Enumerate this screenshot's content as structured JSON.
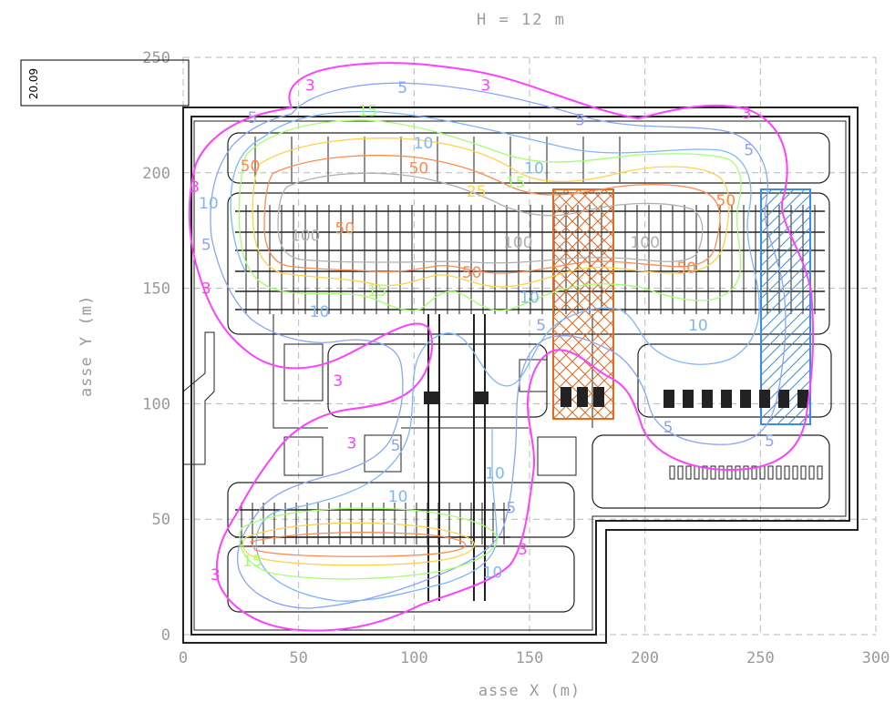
{
  "chart_data": {
    "type": "contour",
    "title": "H = 12 m",
    "xlabel": "asse X (m)",
    "ylabel": "asse Y (m)",
    "xlim": [
      0,
      300
    ],
    "ylim": [
      0,
      250
    ],
    "xticks": [
      0,
      50,
      100,
      150,
      200,
      250,
      300
    ],
    "yticks": [
      0,
      50,
      100,
      150,
      200,
      250
    ],
    "grid": true,
    "scale_bar_label": "20.09",
    "contour_levels": [
      {
        "level": "3",
        "color": "#ff40ff"
      },
      {
        "level": "5",
        "color": "#8aa4ff"
      },
      {
        "level": "10",
        "color": "#7fb5ff"
      },
      {
        "level": "15",
        "color": "#a4ff70"
      },
      {
        "level": "25",
        "color": "#ffd24a"
      },
      {
        "level": "50",
        "color": "#ff8a50"
      },
      {
        "level": "100",
        "color": "#b0b0b0"
      }
    ],
    "contour_labels": [
      {
        "text": "3",
        "x": 55,
        "y": 238,
        "color": "#ff40ff"
      },
      {
        "text": "3",
        "x": 131,
        "y": 238,
        "color": "#ff40ff"
      },
      {
        "text": "3",
        "x": 5,
        "y": 194,
        "color": "#ff40ff"
      },
      {
        "text": "3",
        "x": 10,
        "y": 150,
        "color": "#ff40ff"
      },
      {
        "text": "3",
        "x": 67,
        "y": 110,
        "color": "#ff40ff"
      },
      {
        "text": "3",
        "x": 73,
        "y": 83,
        "color": "#ff40ff"
      },
      {
        "text": "3",
        "x": 14,
        "y": 26,
        "color": "#ff40ff"
      },
      {
        "text": "3",
        "x": 147,
        "y": 37,
        "color": "#ff40ff"
      },
      {
        "text": "3",
        "x": 244,
        "y": 226,
        "color": "#ff40ff"
      },
      {
        "text": "5",
        "x": 95,
        "y": 237,
        "color": "#8aa4ff"
      },
      {
        "text": "5",
        "x": 172,
        "y": 223,
        "color": "#8aa4ff"
      },
      {
        "text": "5",
        "x": 30,
        "y": 224,
        "color": "#8aa4ff"
      },
      {
        "text": "5",
        "x": 245,
        "y": 210,
        "color": "#8aa4ff"
      },
      {
        "text": "5",
        "x": 10,
        "y": 169,
        "color": "#8aa4ff"
      },
      {
        "text": "5",
        "x": 155,
        "y": 134,
        "color": "#8aa4ff"
      },
      {
        "text": "5",
        "x": 92,
        "y": 82,
        "color": "#8aa4ff"
      },
      {
        "text": "5",
        "x": 210,
        "y": 90,
        "color": "#8aa4ff"
      },
      {
        "text": "5",
        "x": 254,
        "y": 84,
        "color": "#8aa4ff"
      },
      {
        "text": "5",
        "x": 142,
        "y": 55,
        "color": "#8aa4ff"
      },
      {
        "text": "10",
        "x": 104,
        "y": 213,
        "color": "#7fb5ff"
      },
      {
        "text": "10",
        "x": 152,
        "y": 202,
        "color": "#7fb5ff"
      },
      {
        "text": "10",
        "x": 11,
        "y": 187,
        "color": "#7fb5ff"
      },
      {
        "text": "10",
        "x": 59,
        "y": 140,
        "color": "#7fb5ff"
      },
      {
        "text": "10",
        "x": 150,
        "y": 146,
        "color": "#7fb5ff"
      },
      {
        "text": "10",
        "x": 223,
        "y": 134,
        "color": "#7fb5ff"
      },
      {
        "text": "10",
        "x": 93,
        "y": 60,
        "color": "#7fb5ff"
      },
      {
        "text": "10",
        "x": 135,
        "y": 70,
        "color": "#7fb5ff"
      },
      {
        "text": "10",
        "x": 134,
        "y": 27,
        "color": "#7fb5ff"
      },
      {
        "text": "15",
        "x": 80,
        "y": 227,
        "color": "#a4ff70"
      },
      {
        "text": "15",
        "x": 144,
        "y": 196,
        "color": "#a4ff70"
      },
      {
        "text": "15",
        "x": 84,
        "y": 149,
        "color": "#a4ff70"
      },
      {
        "text": "15",
        "x": 30,
        "y": 32,
        "color": "#a4ff70"
      },
      {
        "text": "25",
        "x": 127,
        "y": 192,
        "color": "#ffd24a"
      },
      {
        "text": "50",
        "x": 29,
        "y": 203,
        "color": "#ff8a50"
      },
      {
        "text": "50",
        "x": 102,
        "y": 202,
        "color": "#ff8a50"
      },
      {
        "text": "50",
        "x": 235,
        "y": 188,
        "color": "#ff8a50"
      },
      {
        "text": "50",
        "x": 125,
        "y": 157,
        "color": "#ff8a50"
      },
      {
        "text": "50",
        "x": 218,
        "y": 159,
        "color": "#ff8a50"
      },
      {
        "text": "50",
        "x": 70,
        "y": 176,
        "color": "#ff8a50"
      },
      {
        "text": "100",
        "x": 53,
        "y": 173,
        "color": "#b0b0b0"
      },
      {
        "text": "100",
        "x": 145,
        "y": 170,
        "color": "#b0b0b0"
      },
      {
        "text": "100",
        "x": 200,
        "y": 170,
        "color": "#b0b0b0"
      }
    ]
  }
}
